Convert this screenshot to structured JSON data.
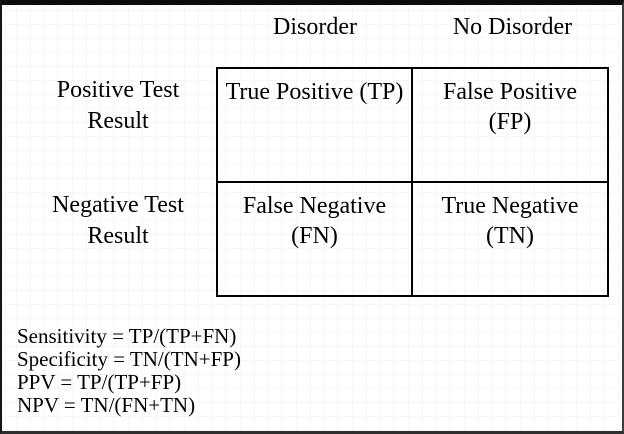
{
  "matrix": {
    "col_headers": [
      "Disorder",
      "No Disorder"
    ],
    "row_headers": [
      "Positive Test\nResult",
      "Negative Test\nResult"
    ],
    "cells": [
      [
        "True Positive (TP)",
        "False Positive\n(FP)"
      ],
      [
        "False Negative\n(FN)",
        "True Negative\n(TN)"
      ]
    ]
  },
  "formulas": [
    "Sensitivity = TP/(TP+FN)",
    "Specificity = TN/(TN+FP)",
    "PPV = TP/(TP+FP)",
    "NPV = TN/(FN+TN)"
  ],
  "colors": {
    "line": "#000000",
    "background": "#ffffff"
  }
}
